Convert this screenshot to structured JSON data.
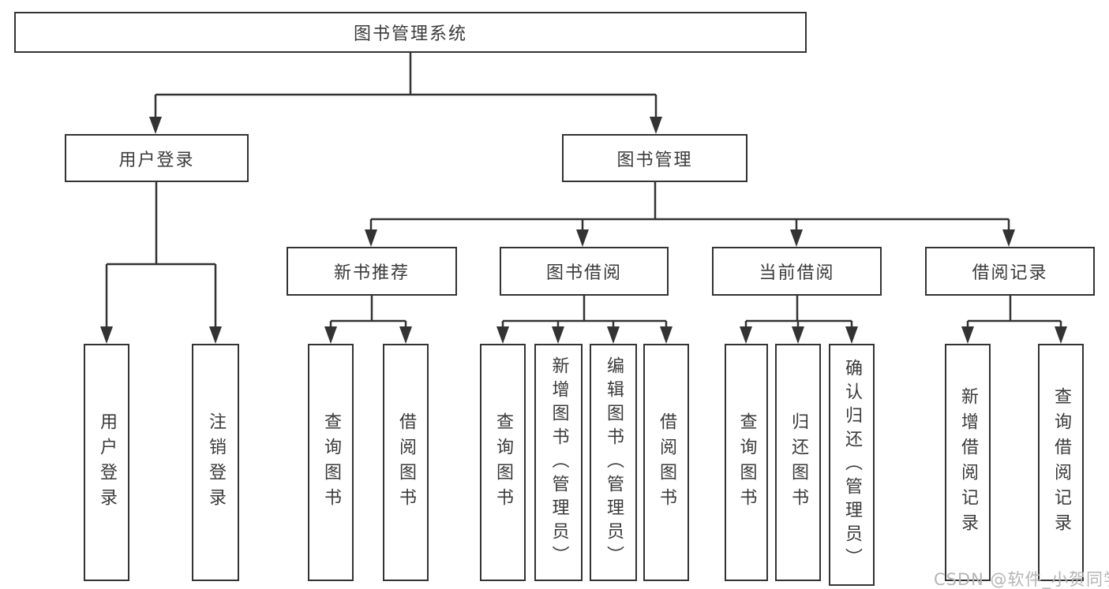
{
  "diagram": {
    "root": {
      "label": "图书管理系统"
    },
    "branches": [
      {
        "label": "用户登录",
        "children": [
          {
            "label": "用户登录"
          },
          {
            "label": "注销登录"
          }
        ]
      },
      {
        "label": "图书管理",
        "children": [
          {
            "label": "新书推荐",
            "children": [
              {
                "label": "查询图书"
              },
              {
                "label": "借阅图书"
              }
            ]
          },
          {
            "label": "图书借阅",
            "children": [
              {
                "label": "查询图书"
              },
              {
                "label": "新增图书（管理员）"
              },
              {
                "label": "编辑图书（管理员）"
              },
              {
                "label": "借阅图书"
              }
            ]
          },
          {
            "label": "当前借阅",
            "children": [
              {
                "label": "查询图书"
              },
              {
                "label": "归还图书"
              },
              {
                "label": "确认归还（管理员）"
              }
            ]
          },
          {
            "label": "借阅记录",
            "children": [
              {
                "label": "新增借阅记录"
              },
              {
                "label": "查询借阅记录"
              }
            ]
          }
        ]
      }
    ]
  },
  "watermark": {
    "text": "CSDN @软件_小贺同学"
  },
  "colors": {
    "line": "#333333",
    "text": "#3a3a3a",
    "background": "#ffffff",
    "watermark": "#b5b5b5"
  }
}
